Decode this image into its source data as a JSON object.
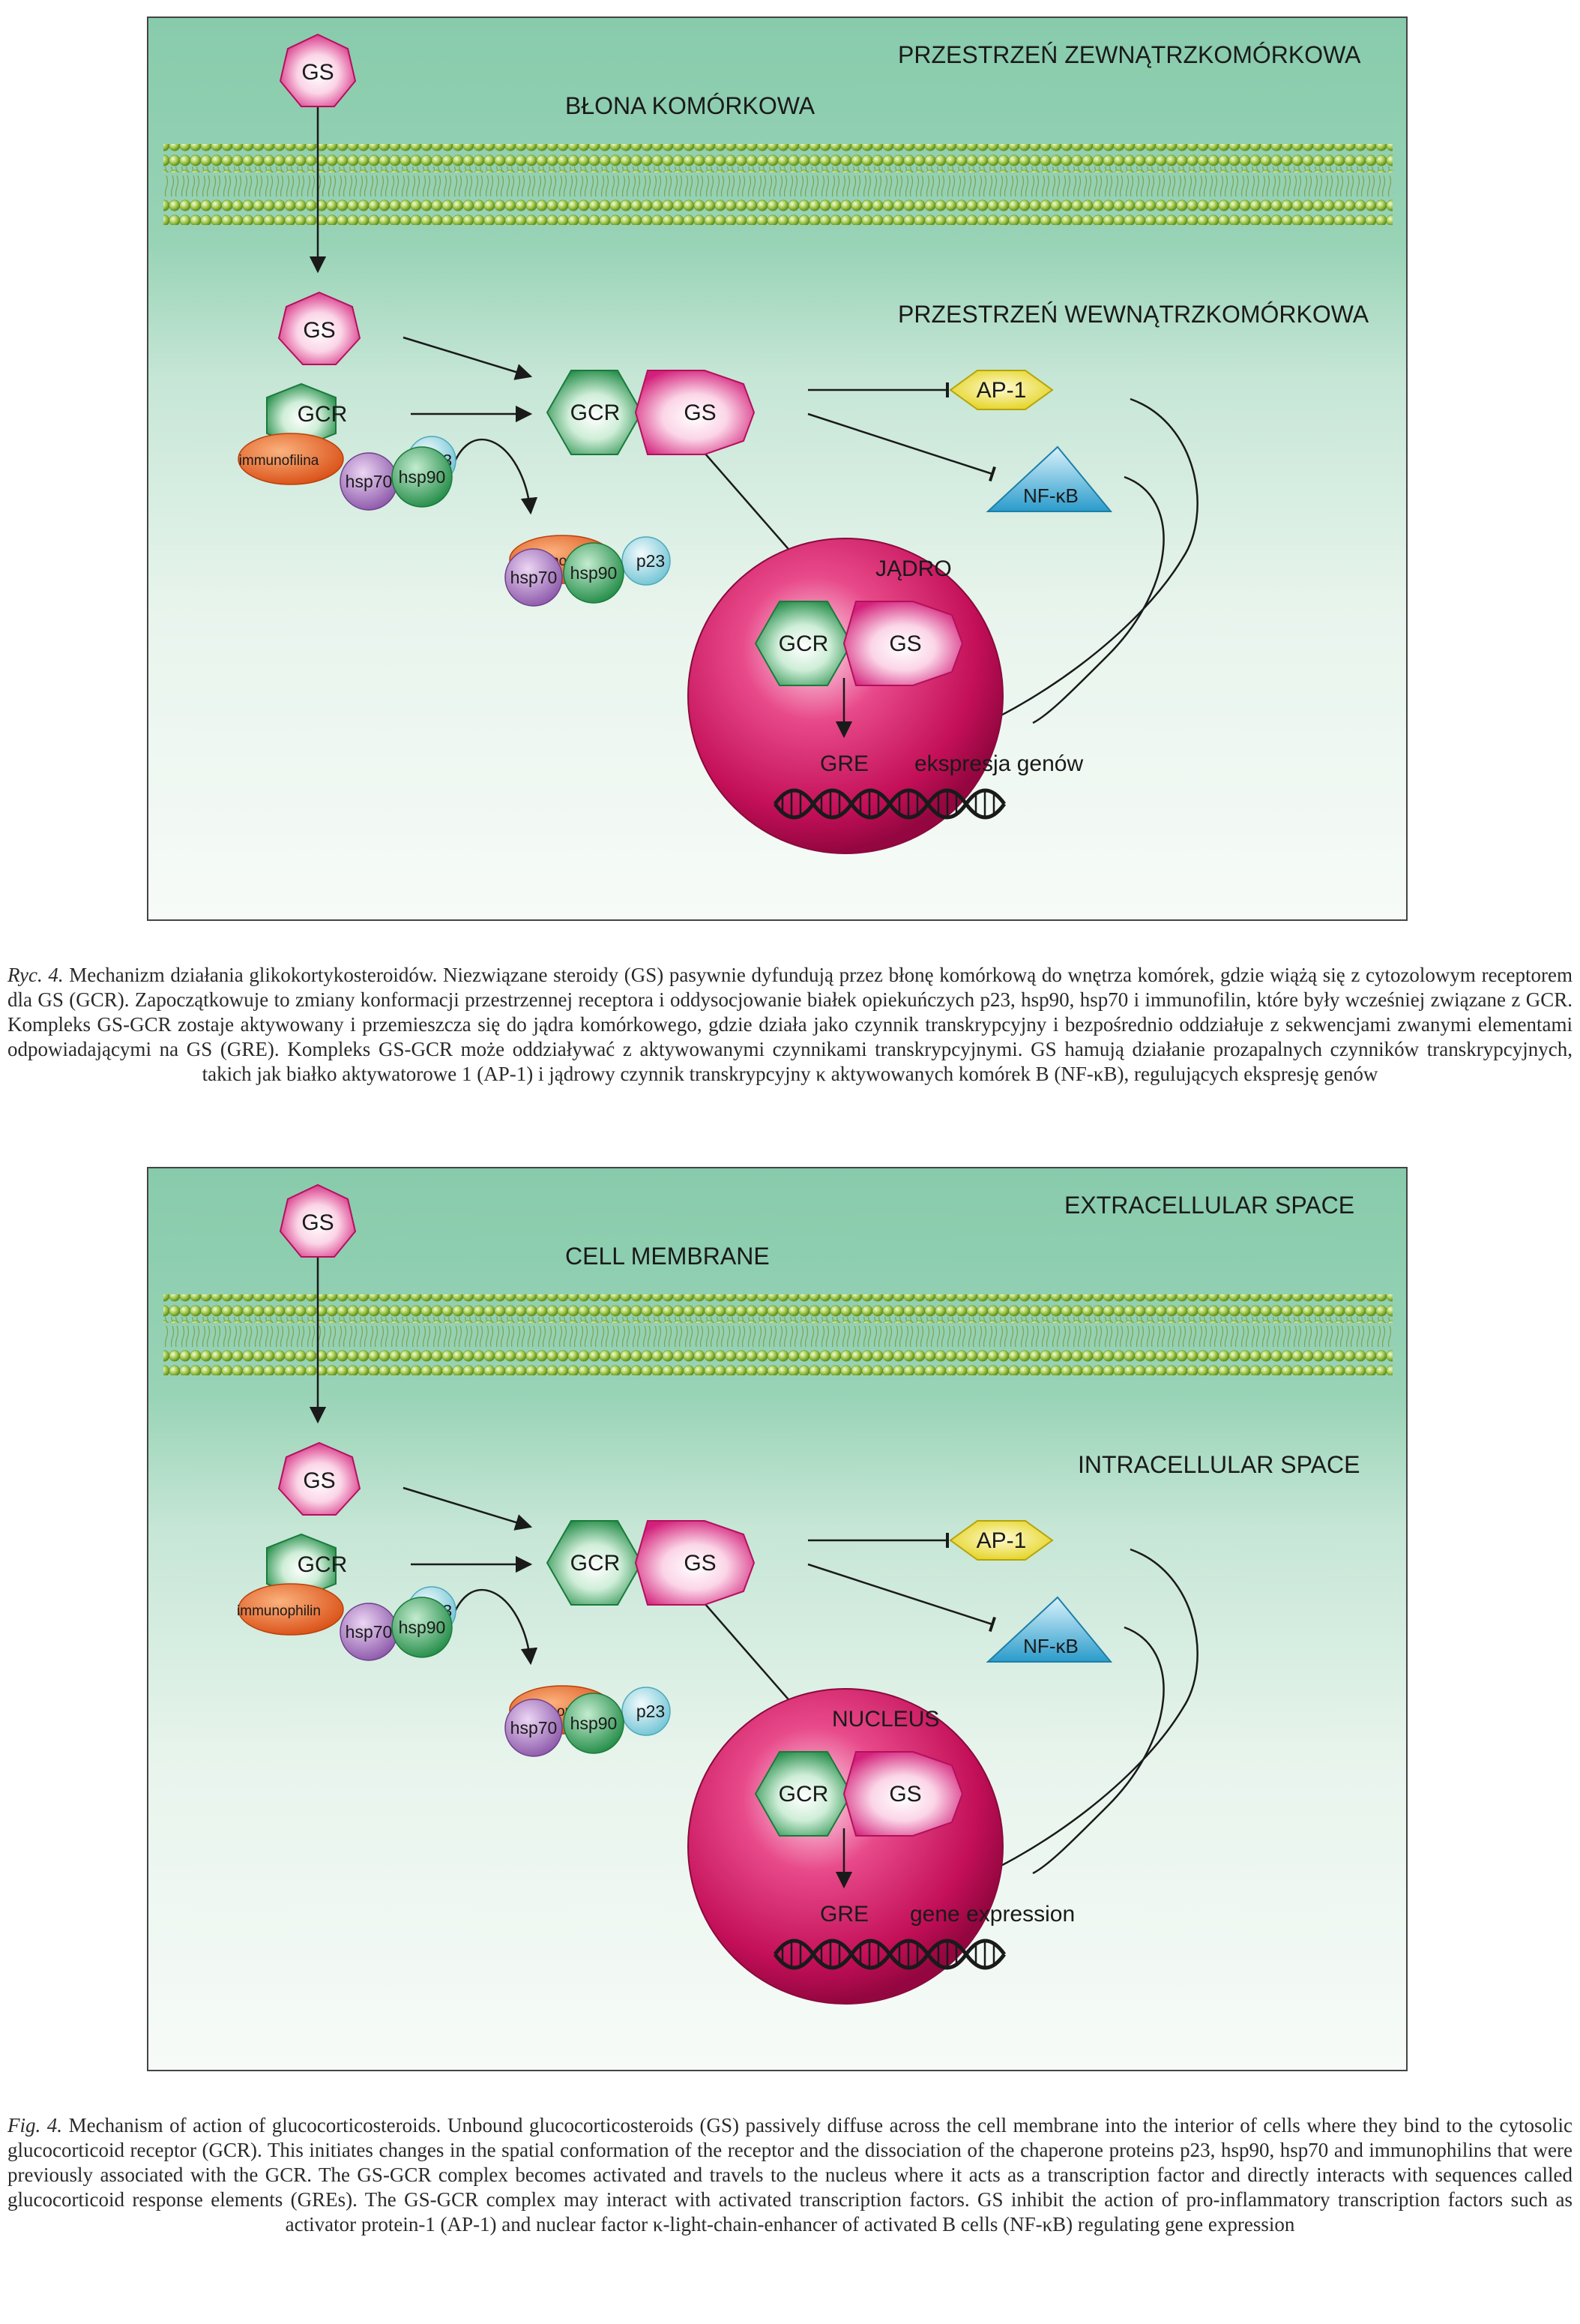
{
  "panel_pl": {
    "extracellular": "PRZESTRZEŃ ZEWNĄTRZKOMÓRKOWA",
    "membrane": "BŁONA KOMÓRKOWA",
    "intracellular": "PRZESTRZEŃ WEWNĄTRZKOMÓRKOWA",
    "nucleus": "JĄDRO",
    "gene_expression": "ekspresja genów",
    "immunophilin": "immunofilina"
  },
  "panel_en": {
    "extracellular": "EXTRACELLULAR SPACE",
    "membrane": "CELL MEMBRANE",
    "intracellular": "INTRACELLULAR SPACE",
    "nucleus": "NUCLEUS",
    "gene_expression": "gene expression",
    "immunophilin": "immunophilin"
  },
  "molecules": {
    "gs": "GS",
    "gcr": "GCR",
    "hsp70": "hsp70",
    "hsp90": "hsp90",
    "p23": "p23",
    "ap1": "AP-1",
    "nfkb": "NF-κB",
    "gre": "GRE"
  },
  "caption_pl": {
    "label": "Ryc. 4.",
    "text": "Mechanizm działania glikokortykosteroidów. Niezwiązane steroidy (GS) pasywnie dyfundują przez błonę komórkową do wnętrza komórek, gdzie wiążą się z cytozolowym receptorem dla GS (GCR). Zapoczątkowuje to zmiany konformacji przestrzennej receptora i oddysocjowanie białek opiekuńczych p23, hsp90, hsp70 i immunofilin, które były wcześniej związane z GCR. Kompleks GS-GCR zostaje aktywowany i przemieszcza się do jądra komórkowego, gdzie działa jako czynnik transkrypcyjny i bezpośrednio oddziałuje z sekwencjami zwanymi elementami odpowiadającymi na GS (GRE). Kompleks GS-GCR może oddziaływać z aktywowanymi czynnikami transkrypcyjnymi. GS hamują działanie prozapalnych czynników transkrypcyjnych, takich jak białko aktywatorowe 1 (AP-1) i jądrowy czynnik transkrypcyjny κ aktywowanych komórek B (NF-κB), regulujących ekspresję genów"
  },
  "caption_en": {
    "label": "Fig. 4.",
    "text": "Mechanism of action of glucocorticosteroids. Unbound glucocorticosteroids (GS) passively diffuse across the cell membrane into the interior of cells where they bind to the cytosolic glucocorticoid receptor (GCR). This initiates changes in the spatial conformation of the receptor and the dissociation of the chaperone proteins p23, hsp90, hsp70 and immunophilins that were previously associated with the GCR. The GS-GCR complex becomes activated and travels to the nucleus where it acts as a transcription factor and directly interacts with sequences called glucocorticoid response elements (GREs). The GS-GCR complex may interact with activated transcription factors. GS inhibit the action of pro-inflammatory transcription factors such as activator protein-1 (AP-1) and nuclear factor κ-light-chain-enhancer of activated B cells (NF-κB) regulating gene expression"
  },
  "colors": {
    "gs_fill": "#e23d8f",
    "gcr_fill": "#2e9b53",
    "immunophilin": "#e8642a",
    "hsp70": "#9a68b5",
    "hsp90": "#2d9d56",
    "p23": "#8fd3de",
    "ap1": "#ecde20",
    "nfkb": "#36a8d5",
    "nucleus": "#c7125a",
    "membrane_head": "#8fbd3c"
  }
}
